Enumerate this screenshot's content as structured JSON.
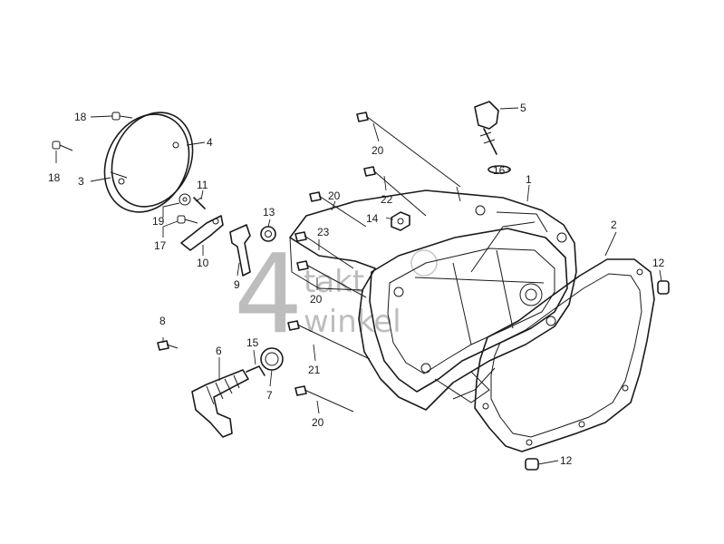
{
  "watermark": {
    "digit": "4",
    "line1": "takt",
    "line2": "winkel"
  },
  "callouts": {
    "c2": "2",
    "c1": "1",
    "c3": "3",
    "c4": "4",
    "c5": "5",
    "c6": "6",
    "c7": "7",
    "c8": "8",
    "c9": "9",
    "c10": "10",
    "c11": "11",
    "c12a": "12",
    "c12b": "12",
    "c13": "13",
    "c14": "14",
    "c15": "15",
    "c16": "16",
    "c17": "17",
    "c18a": "18",
    "c18b": "18",
    "c19": "19",
    "c20a": "20",
    "c20b": "20",
    "c20c": "20",
    "c20d": "20",
    "c21": "21",
    "c22": "22",
    "c23": "23"
  }
}
